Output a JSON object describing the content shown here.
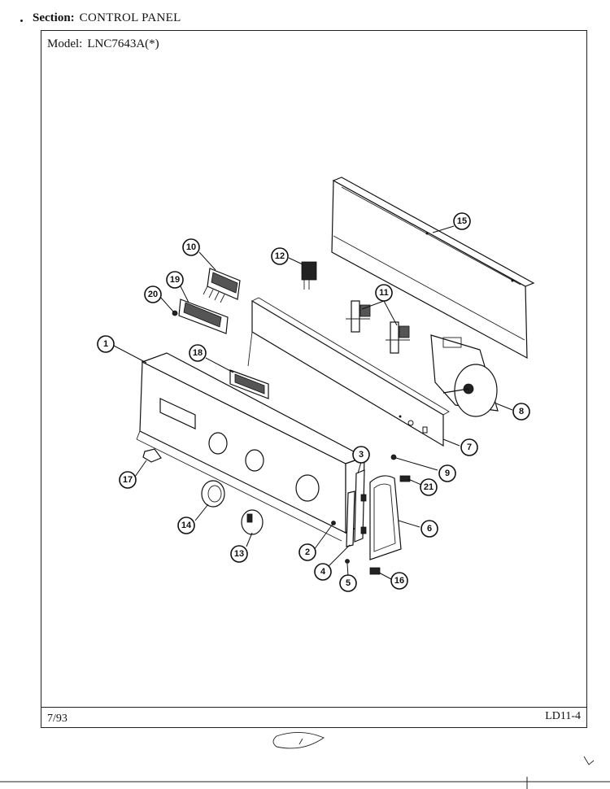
{
  "header": {
    "section_label": "Section:",
    "section_value": "CONTROL PANEL",
    "model_label": "Model:",
    "model_value": "LNC7643A(*)"
  },
  "footer": {
    "date": "7/93",
    "page_code": "LD11-4"
  },
  "callouts": [
    "1",
    "2",
    "3",
    "4",
    "5",
    "6",
    "7",
    "8",
    "9",
    "10",
    "11",
    "12",
    "13",
    "14",
    "15",
    "16",
    "17",
    "18",
    "19",
    "20",
    "21"
  ]
}
